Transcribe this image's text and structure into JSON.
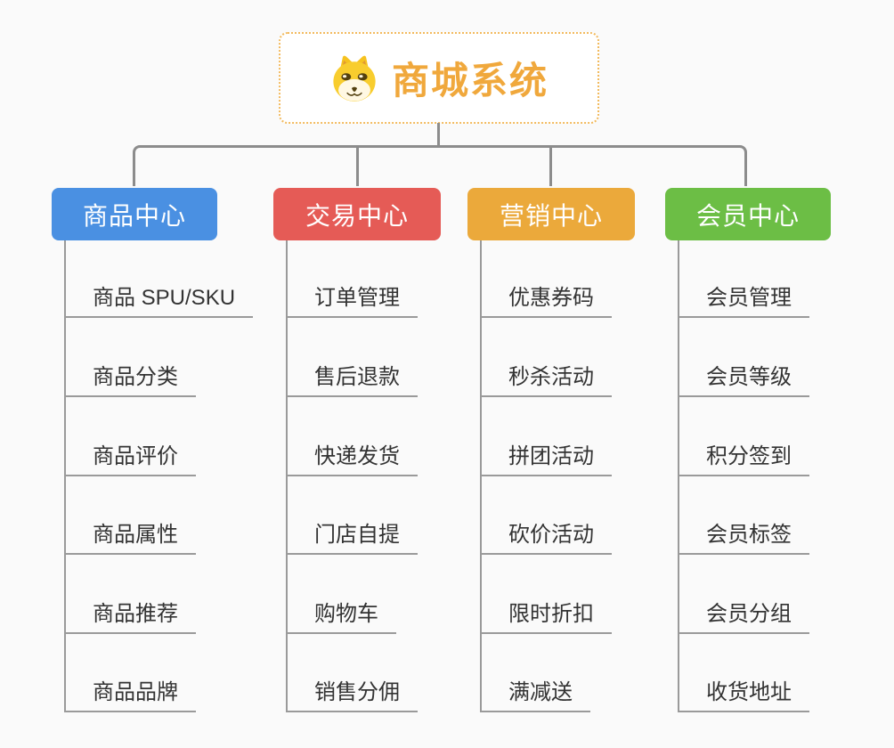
{
  "root": {
    "title": "商城系统",
    "title_color": "#F0A83C",
    "border_color": "#F2BA5E",
    "icon": "dog-face-icon"
  },
  "branches": [
    {
      "label": "商品中心",
      "color": "#4A90E2",
      "children": [
        "商品 SPU/SKU",
        "商品分类",
        "商品评价",
        "商品属性",
        "商品推荐",
        "商品品牌"
      ]
    },
    {
      "label": "交易中心",
      "color": "#E55B56",
      "children": [
        "订单管理",
        "售后退款",
        "快递发货",
        "门店自提",
        "购物车",
        "销售分佣"
      ]
    },
    {
      "label": "营销中心",
      "color": "#EBA93B",
      "children": [
        "优惠券码",
        "秒杀活动",
        "拼团活动",
        "砍价活动",
        "限时折扣",
        "满减送"
      ]
    },
    {
      "label": "会员中心",
      "color": "#6CBE45",
      "children": [
        "会员管理",
        "会员等级",
        "积分签到",
        "会员标签",
        "会员分组",
        "收货地址"
      ]
    }
  ],
  "palette": {
    "bg": "#FAFAFA",
    "connector": "#8C8C8C",
    "childline": "#9A9A9A",
    "childtext": "#333333"
  }
}
